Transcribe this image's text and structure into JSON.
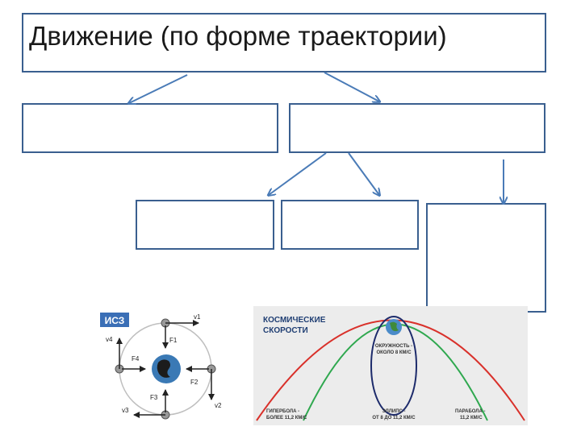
{
  "title": "Движение (по форме траектории)",
  "isz": {
    "badge": "ИСЗ",
    "vectors": [
      "v1",
      "v2",
      "v3",
      "v4"
    ],
    "forces": [
      "F1",
      "F2",
      "F3",
      "F4"
    ]
  },
  "space": {
    "title_line1": "КОСМИЧЕСКИЕ",
    "title_line2": "СКОРОСТИ",
    "circle_label_1": "ОКРУЖНОСТЬ -",
    "circle_label_2": "ОКОЛО 8 КМ/С",
    "hyperbola_1": "ГИПЕРБОЛА -",
    "hyperbola_2": "БОЛЕЕ 11,2 КМ/С",
    "ellipse_1": "ЭЛЛИПС -",
    "ellipse_2": "ОТ 8 ДО 11,2 КМ/С",
    "parabola_1": "ПАРАБОЛА -",
    "parabola_2": "11,2 КМ/С"
  },
  "colors": {
    "box_border": "#3a5f8f",
    "arrow": "#4a7bb7",
    "badge": "#3b6fb6",
    "hyperbola": "#d9312b",
    "parabola": "#2fa84f",
    "ellipse": "#1d2b6b"
  }
}
